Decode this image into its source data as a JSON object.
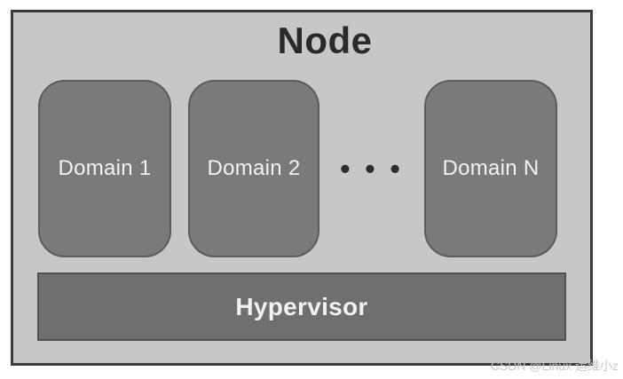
{
  "diagram": {
    "title": "Node",
    "domains": [
      {
        "label": "Domain 1"
      },
      {
        "label": "Domain 2"
      },
      {
        "label": "Domain N"
      }
    ],
    "ellipsis": "• • •",
    "hypervisor_label": "Hypervisor"
  },
  "watermark": "CSDN @Linux 运维小z",
  "colors": {
    "node_bg": "#c7c7c7",
    "node_border": "#3a3a3a",
    "title_color": "#2a2a2a",
    "domain_bg": "#7a7a7a",
    "domain_border": "#5c5c5c",
    "hypervisor_bg": "#6f6f6f",
    "hypervisor_border": "#515151",
    "box_text": "#f2f2f2",
    "dots_color": "#2e2e2e",
    "watermark_color": "#c4c4c4"
  }
}
